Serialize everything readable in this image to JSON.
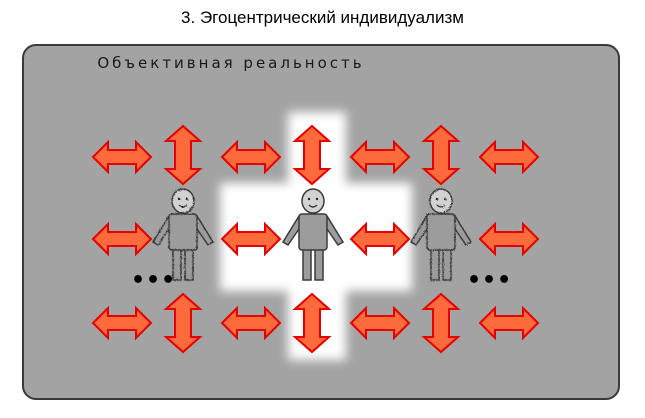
{
  "title": "3. Эгоцентрический индивидуализм",
  "panel_label": "Объективная реальность",
  "ellipsis_left": "•••",
  "ellipsis_right": "•••",
  "colors": {
    "arrow_fill": "#fd6a3b",
    "arrow_stroke": "#e60000",
    "panel": "#a3a3a3",
    "glow": "#ffffff"
  },
  "figures": [
    {
      "name": "left-person",
      "style": "sketch"
    },
    {
      "name": "center-person",
      "style": "plain"
    },
    {
      "name": "right-person",
      "style": "sketch"
    }
  ]
}
